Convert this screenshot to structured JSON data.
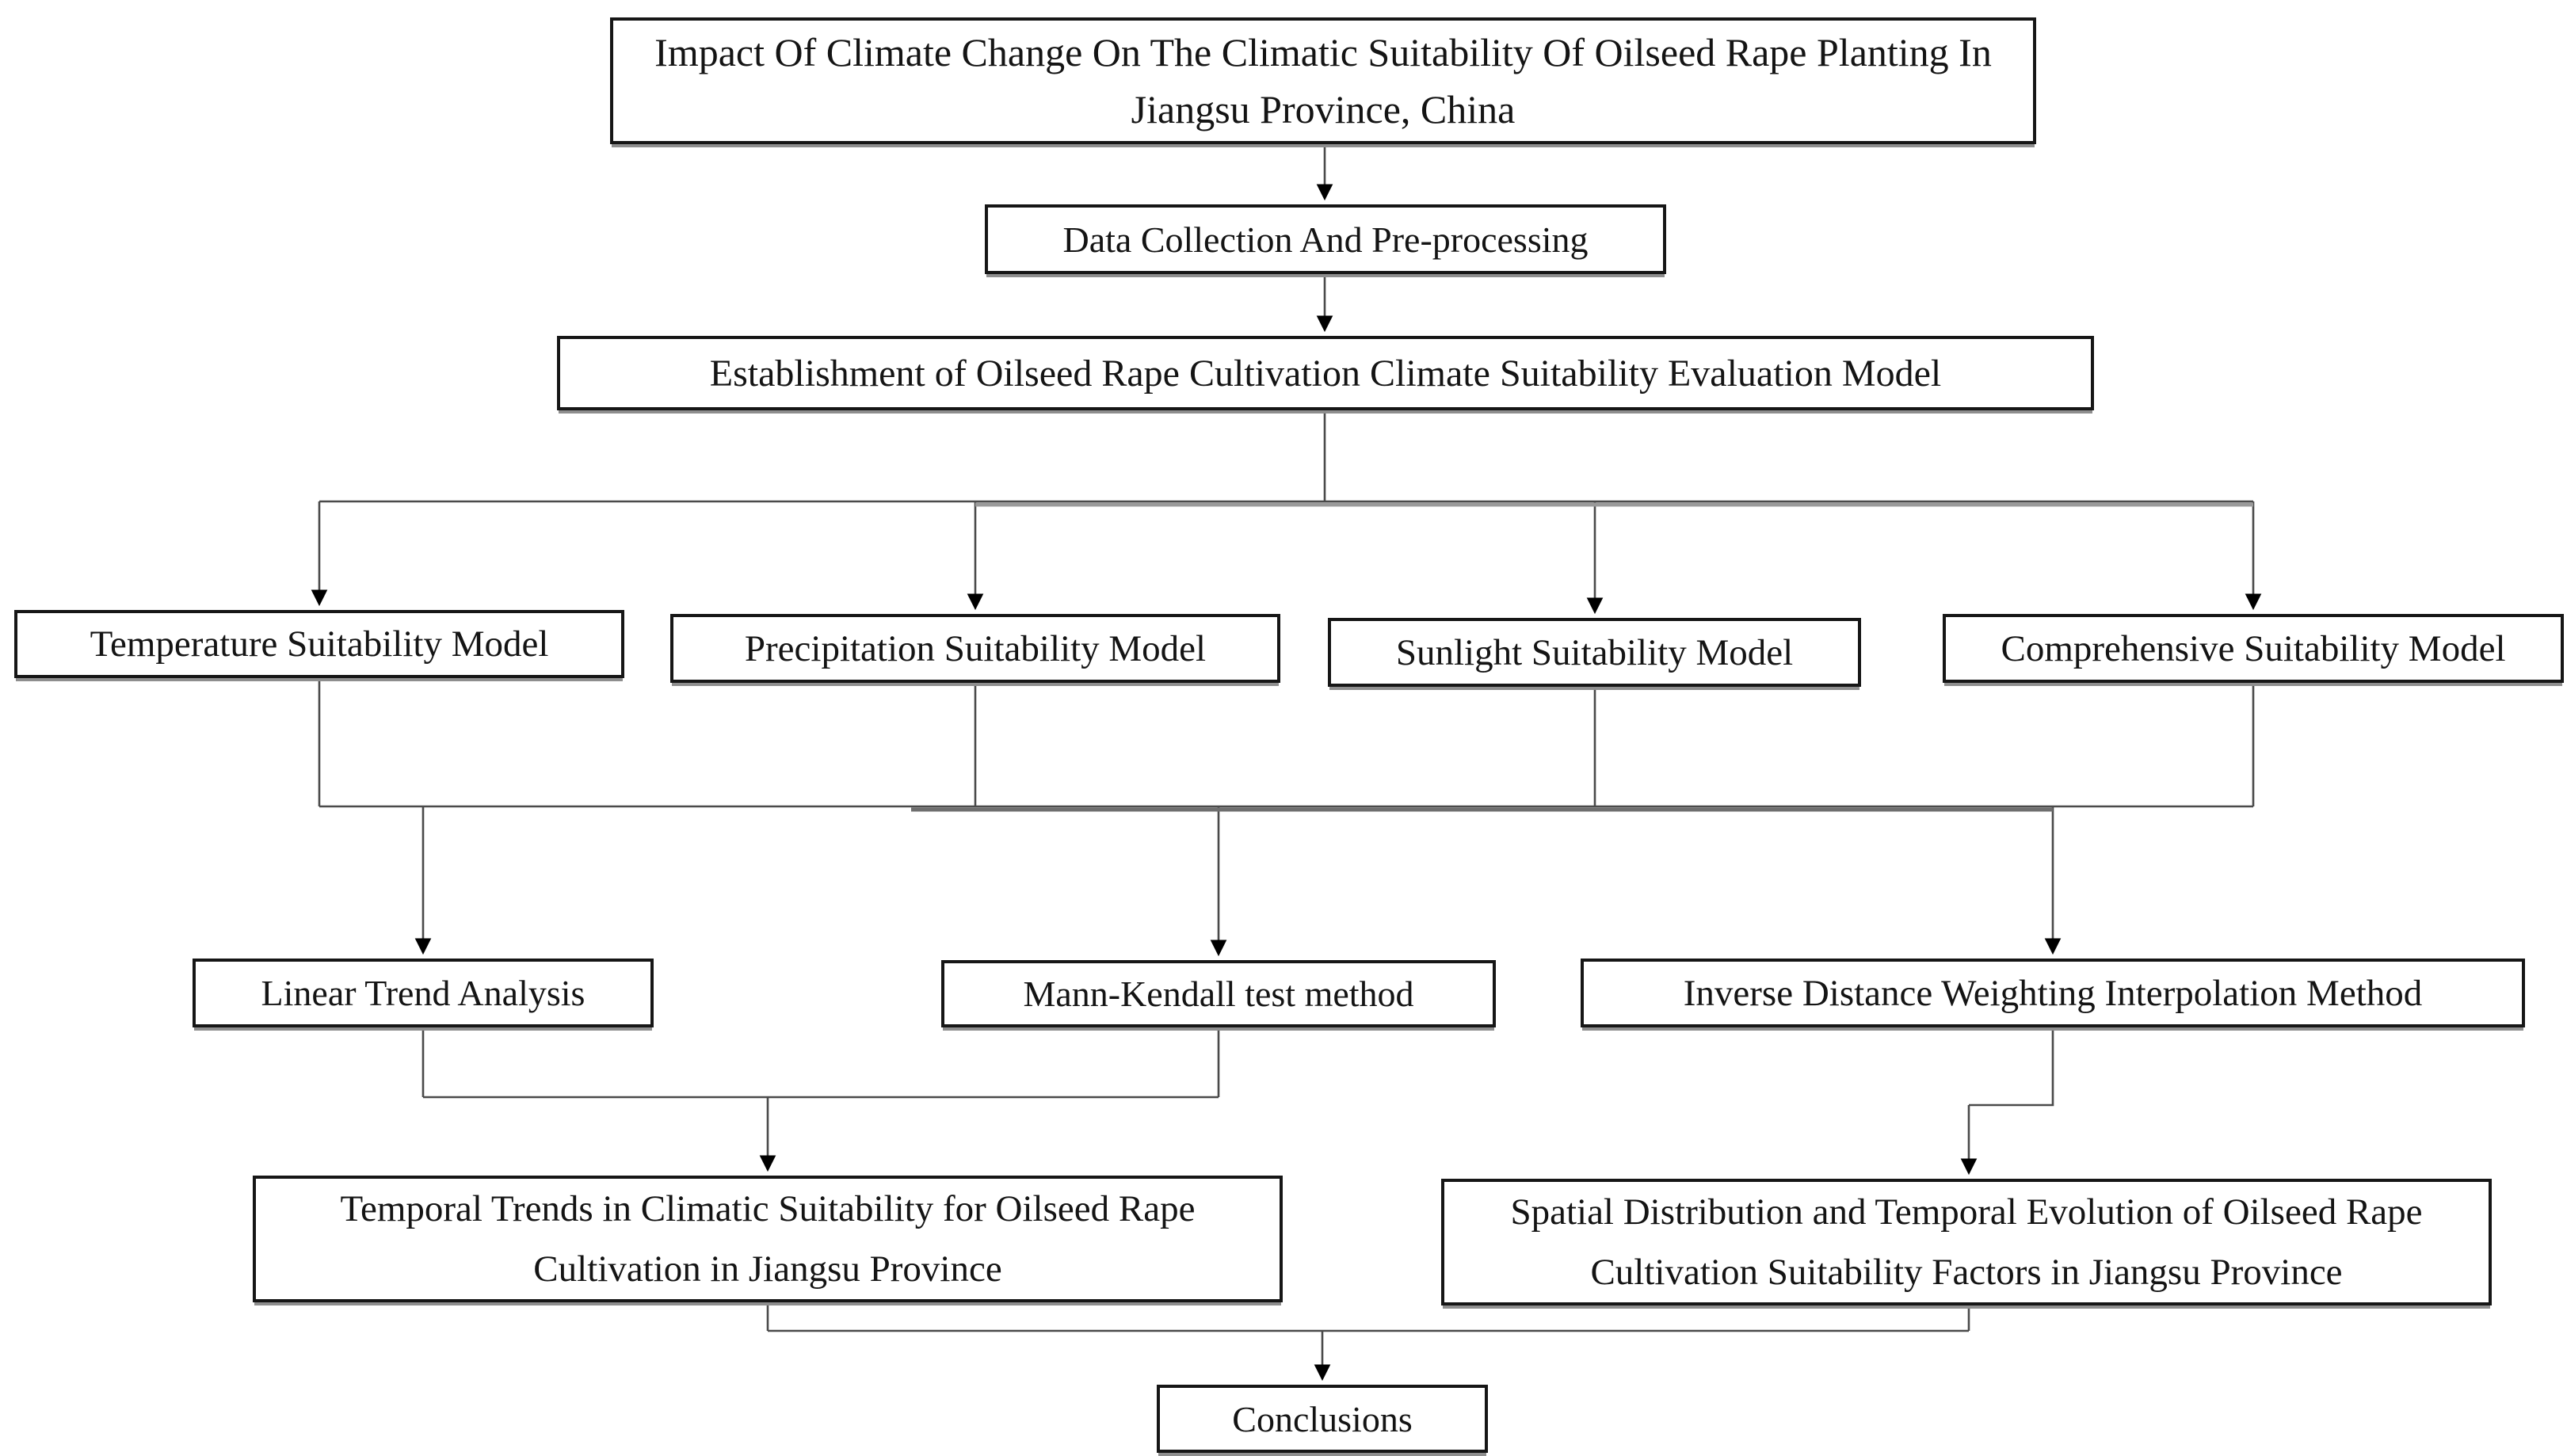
{
  "diagram": {
    "type": "flowchart",
    "nodes": {
      "title": {
        "label": "Impact Of Climate Change On The Climatic Suitability Of Oilseed Rape Planting In Jiangsu Province, China"
      },
      "data_collection": {
        "label": "Data Collection And Pre-processing"
      },
      "model_establishment": {
        "label": "Establishment of Oilseed Rape Cultivation Climate Suitability Evaluation Model"
      },
      "temperature_model": {
        "label": "Temperature Suitability Model"
      },
      "precipitation_model": {
        "label": "Precipitation Suitability Model"
      },
      "sunlight_model": {
        "label": "Sunlight Suitability Model"
      },
      "comprehensive_model": {
        "label": "Comprehensive Suitability Model"
      },
      "linear_trend": {
        "label": "Linear Trend Analysis"
      },
      "mann_kendall": {
        "label": "Mann-Kendall test method"
      },
      "idw_method": {
        "label": "Inverse Distance Weighting Interpolation Method"
      },
      "temporal_trends": {
        "label": "Temporal Trends in Climatic Suitability for Oilseed Rape Cultivation in Jiangsu Province"
      },
      "spatial_distribution": {
        "label": "Spatial Distribution and Temporal Evolution of Oilseed Rape Cultivation Suitability Factors in Jiangsu Province"
      },
      "conclusions": {
        "label": "Conclusions"
      }
    },
    "colors": {
      "background": "#ffffff",
      "box_border": "#161616",
      "connector_line": "#4a4a4a",
      "arrowhead": "#000000",
      "text": "#141414"
    }
  }
}
